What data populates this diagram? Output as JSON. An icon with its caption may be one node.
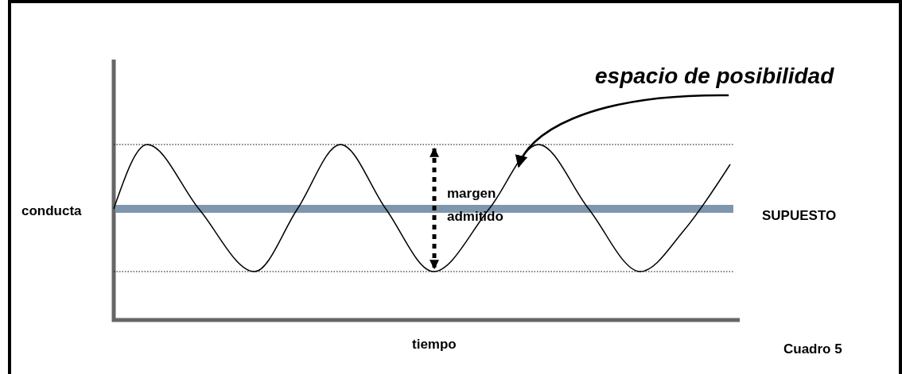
{
  "diagram": {
    "nodes": [
      {
        "text": [
          "espacio de posibilidad"
        ]
      },
      {
        "text": [],
        "shape": "curve"
      }
    ],
    "edges": [
      {
        "from": 0,
        "to": 1,
        "arrow": "to"
      }
    ],
    "labels": [
      "conducta",
      "margen admitido",
      "SUPUESTO",
      "tiempo",
      "Cuadro 5"
    ]
  }
}
